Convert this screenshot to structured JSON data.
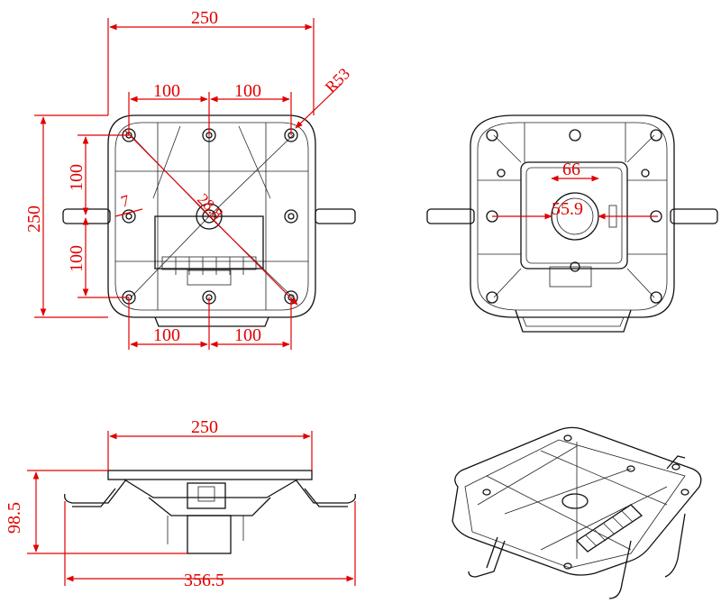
{
  "colors": {
    "dimension": "#e00000",
    "outline": "#111111",
    "background": "#ffffff"
  },
  "top_view": {
    "width_overall": "250",
    "hole_spacing_top_left": "100",
    "hole_spacing_top_right": "100",
    "hole_spacing_bottom_left": "100",
    "hole_spacing_bottom_right": "100",
    "height_overall": "250",
    "hole_spacing_vertical_top": "100",
    "hole_spacing_vertical_bottom": "100",
    "corner_radius": "R53",
    "hole_diameter_small": "7",
    "center_bore": "28.8"
  },
  "bottom_view": {
    "inner_width": "66",
    "inner_diameter": "55.9"
  },
  "side_view": {
    "width_top": "250",
    "height": "98.5",
    "width_overall": "356.5"
  }
}
